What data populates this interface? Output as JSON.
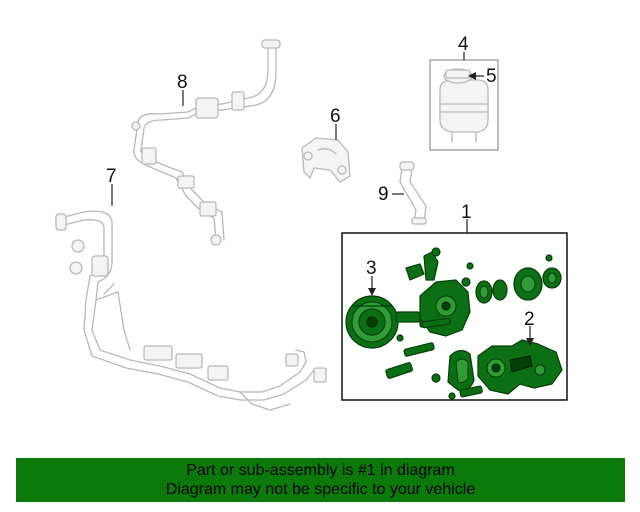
{
  "callouts": [
    {
      "id": "1",
      "label": "1"
    },
    {
      "id": "2",
      "label": "2"
    },
    {
      "id": "3",
      "label": "3"
    },
    {
      "id": "4",
      "label": "4"
    },
    {
      "id": "5",
      "label": "5"
    },
    {
      "id": "6",
      "label": "6"
    },
    {
      "id": "7",
      "label": "7"
    },
    {
      "id": "8",
      "label": "8"
    },
    {
      "id": "9",
      "label": "9"
    }
  ],
  "banner": {
    "line1": "Part or sub-assembly is #1 in diagram",
    "line2": "Diagram may not be specific to your vehicle"
  },
  "colors": {
    "highlight": "#0b6f14",
    "banner_bg": "#0b7a0b",
    "ghost": "#b8b8b8"
  }
}
